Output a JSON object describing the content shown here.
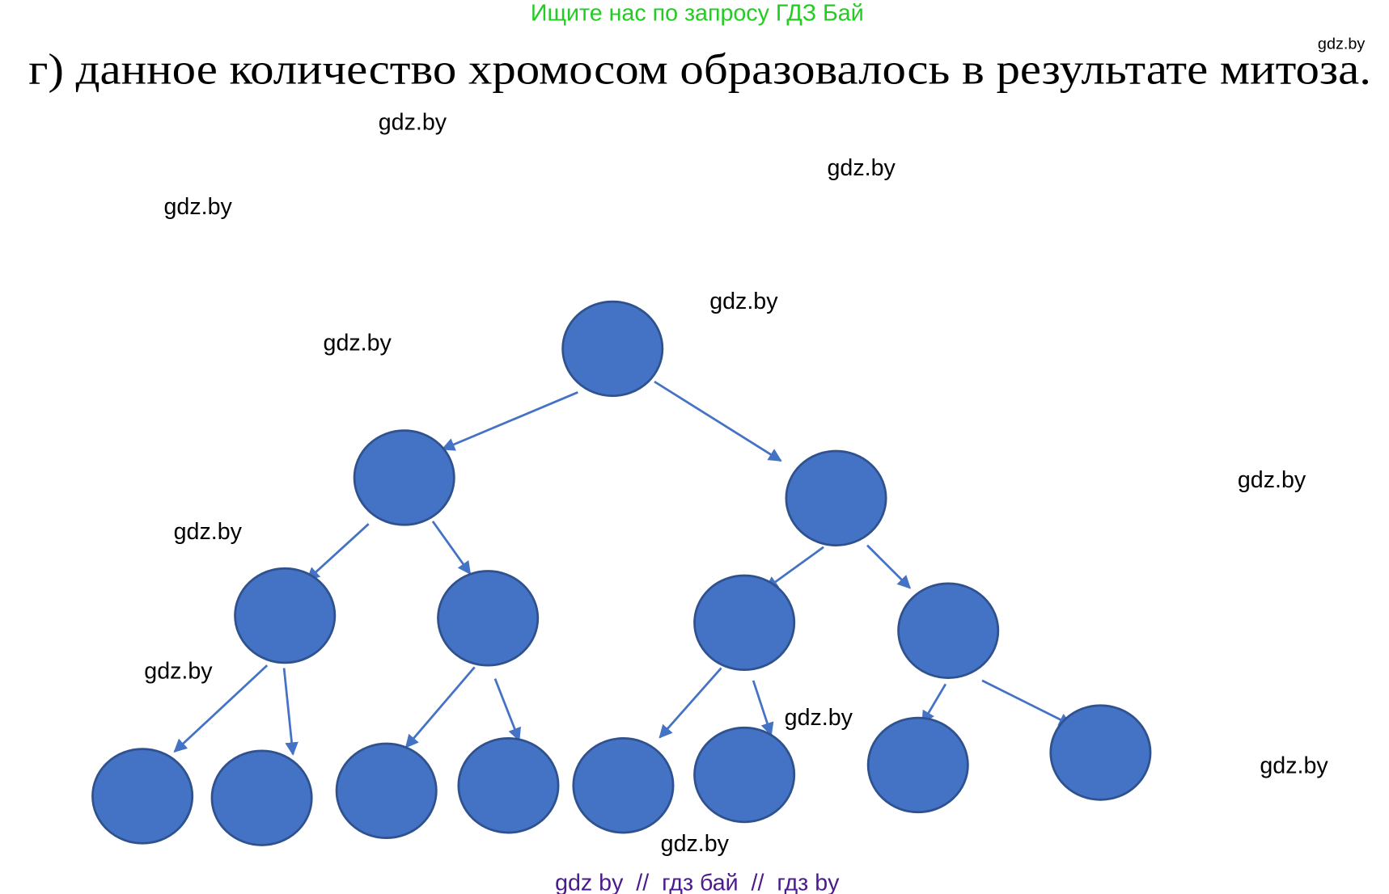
{
  "header": {
    "search_hint": "Ищите нас по запросу ГДЗ Бай",
    "color": "#22cc22"
  },
  "title": "г) данное количество хромосом образовалось в результате митоза.",
  "watermarks": [
    "gdz.by",
    "gdz.by",
    "gdz.by",
    "gdz.by",
    "gdz.by",
    "gdz.by",
    "gdz.by",
    "gdz.by",
    "gdz.by",
    "gdz.by",
    "gdz.by",
    "gdz.by"
  ],
  "footer": {
    "text": "gdz by  //  гдз бай  //  гдз by",
    "color": "#4b1a8c"
  },
  "diagram": {
    "type": "binary division tree",
    "levels": [
      1,
      2,
      4,
      8
    ],
    "node_fill": "#4472C4",
    "node_stroke": "#2F528F",
    "arrow_color": "#4472C4"
  }
}
